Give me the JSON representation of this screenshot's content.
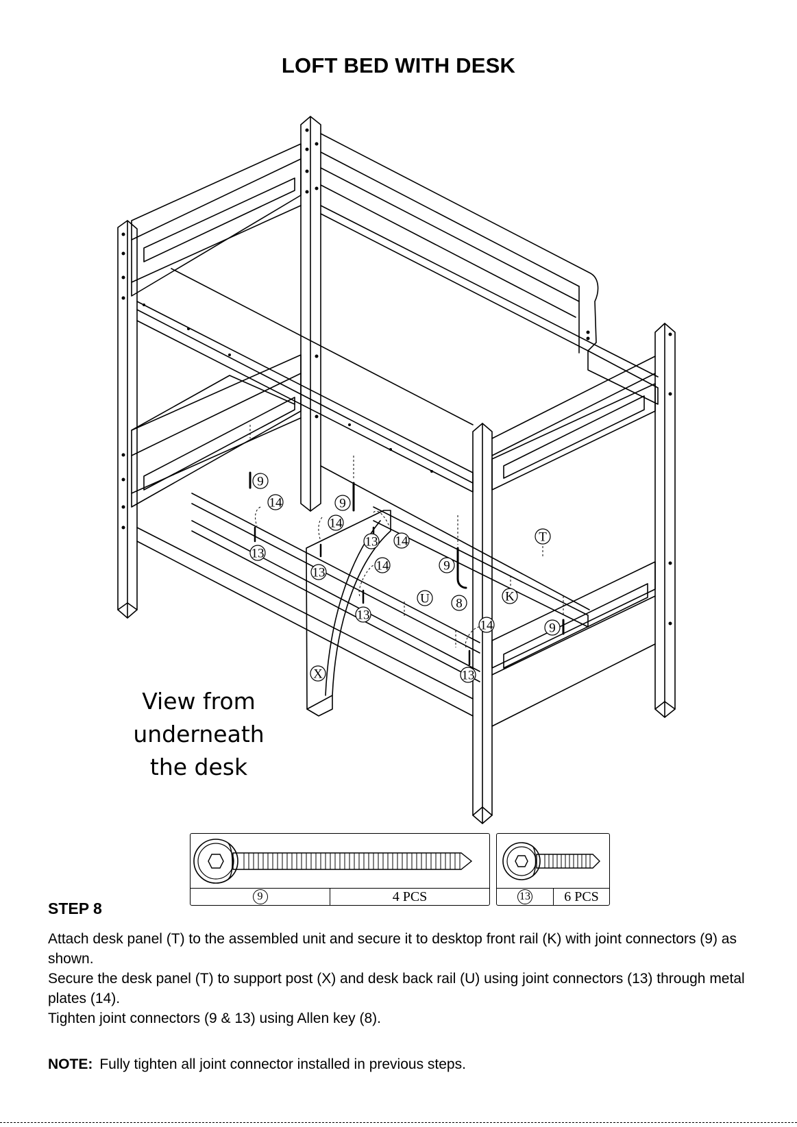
{
  "document": {
    "title": "LOFT BED WITH DESK",
    "view_note": [
      "View from",
      "underneath",
      "the desk"
    ]
  },
  "callouts": [
    "9",
    "14",
    "13",
    "9",
    "14",
    "13",
    "13",
    "14",
    "14",
    "13",
    "U",
    "9",
    "8",
    "K",
    "T",
    "9",
    "14",
    "13",
    "X"
  ],
  "parts": [
    {
      "number": "9",
      "quantity": "4 PCS",
      "icon": "long-joint-connector-bolt"
    },
    {
      "number": "13",
      "quantity": "6 PCS",
      "icon": "short-joint-connector-bolt"
    }
  ],
  "step": {
    "title": "STEP 8",
    "lines": [
      "Attach desk panel (T) to the assembled unit and secure it to desktop front rail (K) with joint connectors (9) as shown.",
      "Secure the desk panel (T) to support post (X) and desk back rail (U) using joint connectors (13) through metal plates (14).",
      "Tighten joint connectors (9 & 13) using Allen key (8)."
    ]
  },
  "note": {
    "label": "NOTE:",
    "text": "Fully tighten all joint connector installed in previous steps."
  }
}
